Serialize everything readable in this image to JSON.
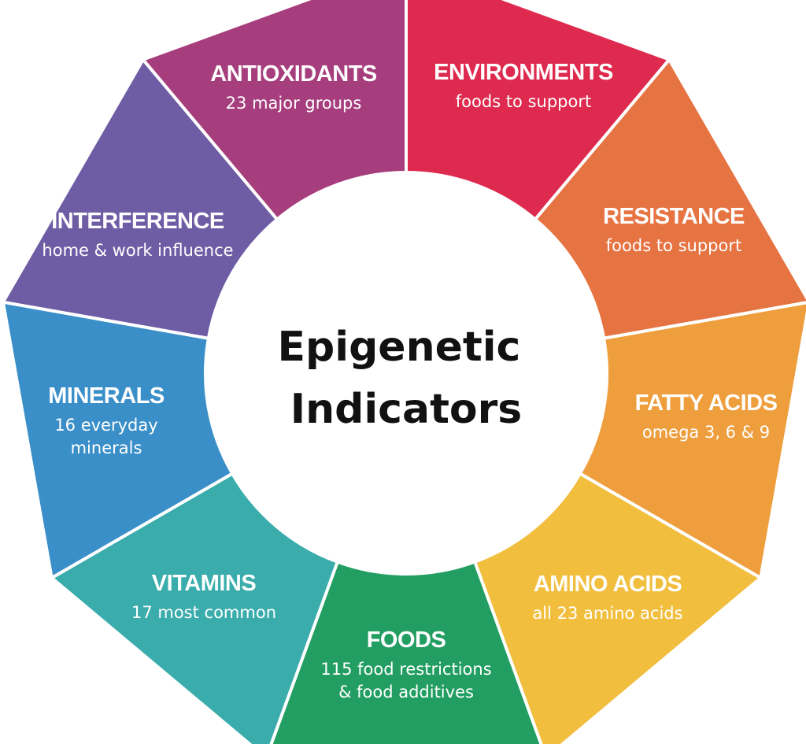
{
  "center": {
    "lines": [
      "Epigenetic",
      "Indicators"
    ]
  },
  "segments": [
    {
      "title": "ENVIRONMENTS",
      "subtitle": [
        "foods to support"
      ],
      "color": "#DE2A4E"
    },
    {
      "title": "RESISTANCE",
      "subtitle": [
        "foods to support"
      ],
      "color": "#E67342"
    },
    {
      "title": "FATTY ACIDS",
      "subtitle": [
        "omega 3, 6 & 9"
      ],
      "color": "#EE9E3D"
    },
    {
      "title": "AMINO ACIDS",
      "subtitle": [
        "all 23 amino acids"
      ],
      "color": "#F2BE3E"
    },
    {
      "title": "FOODS",
      "subtitle": [
        "115 food restrictions",
        "& food additives"
      ],
      "color": "#229E62"
    },
    {
      "title": "VITAMINS",
      "subtitle": [
        "17 most common"
      ],
      "color": "#3AACAC"
    },
    {
      "title": "MINERALS",
      "subtitle": [
        "16 everyday",
        "minerals"
      ],
      "color": "#3A8FC8"
    },
    {
      "title": "INTERFERENCE",
      "subtitle": [
        "home & work influence"
      ],
      "color": "#6E5DA4"
    },
    {
      "title": "ANTIOXIDANTS",
      "subtitle": [
        "23 major groups"
      ],
      "color": "#A63E7D"
    }
  ]
}
